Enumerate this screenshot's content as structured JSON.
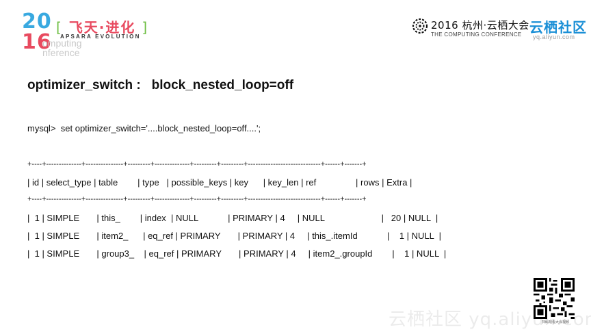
{
  "branding": {
    "year_top_a": "20",
    "year_top_b": "",
    "year_bottom": "16",
    "event_cn": "飞天·进化",
    "event_en": "APSARA EVOLUTION",
    "conf_ghost_line1": "omputing",
    "conf_ghost_line2": "nference",
    "conf_cn": "2016 杭州·云栖大会",
    "conf_en": "THE COMPUTING CONFERENCE",
    "yunqi_name": "云栖社区",
    "yunqi_url": "yq.aliyun.com",
    "qr_caption": "扫码观看大会视频",
    "watermark": "云栖社区 yq.aliyun.com",
    "colors": {
      "blue": "#39a9e0",
      "orange": "#f6a623",
      "red": "#e84a5f",
      "green": "#8bc34a",
      "yunqi_blue": "#1a8fd6"
    },
    "icons": [
      "globe-icon",
      "qr-code-icon"
    ]
  },
  "content": {
    "heading": "optimizer_switch :   block_nested_loop=off",
    "command": "mysql>  set optimizer_switch='....block_nested_loop=off....';",
    "separator_top": "+----+--------------+---------------+---------+--------------+---------+---------+-----------------------------+------+-------+",
    "header_row": "| id | select_type | table        | type   | possible_keys | key      | key_len | ref                | rows | Extra |",
    "separator_mid": "+----+--------------+---------------+---------+--------------+---------+---------+-----------------------------+------+-------+",
    "rows": [
      "|  1 | SIMPLE       | this_        | index  | NULL            | PRIMARY | 4     | NULL                       |   20 | NULL  |",
      "|  1 | SIMPLE       | item2_      | eq_ref | PRIMARY       | PRIMARY | 4     | this_.itemId            |    1 | NULL  |",
      "|  1 | SIMPLE       | group3_    | eq_ref | PRIMARY       | PRIMARY | 4     | item2_.groupId        |    1 | NULL  |"
    ]
  }
}
